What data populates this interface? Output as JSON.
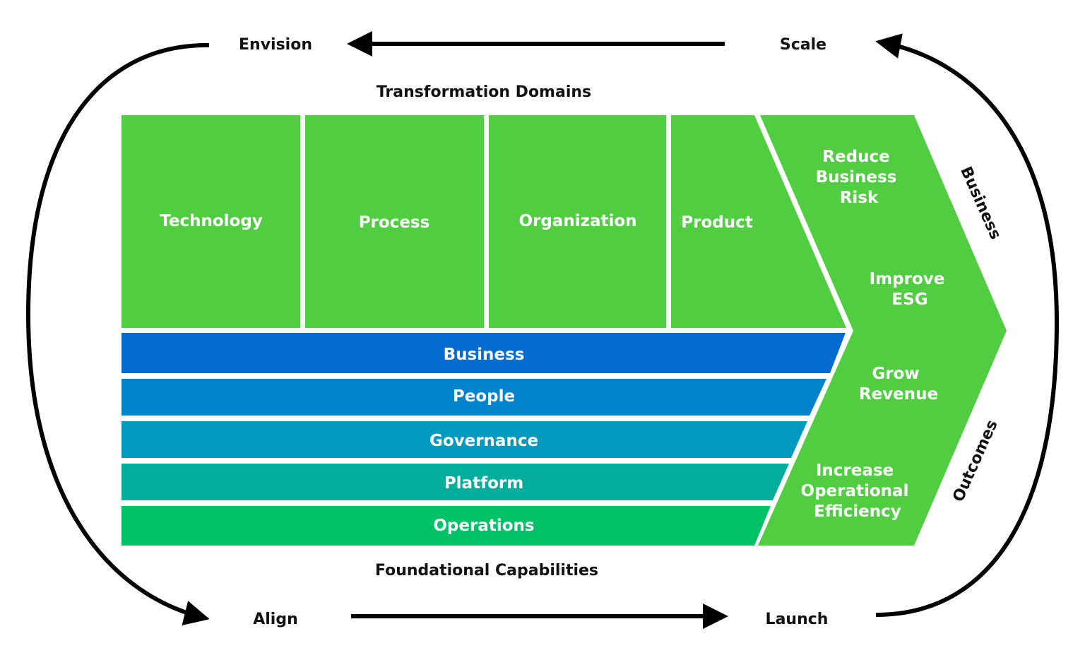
{
  "cycle": {
    "envision": "Envision",
    "scale": "Scale",
    "align": "Align",
    "launch": "Launch"
  },
  "headings": {
    "top": "Transformation Domains",
    "bottom": "Foundational Capabilities"
  },
  "domains": [
    {
      "label": "Technology"
    },
    {
      "label": "Process"
    },
    {
      "label": "Organization"
    },
    {
      "label": "Product"
    }
  ],
  "capabilities": [
    {
      "label": "Business",
      "color": "#036bd1"
    },
    {
      "label": "People",
      "color": "#0383cc"
    },
    {
      "label": "Governance",
      "color": "#0299be"
    },
    {
      "label": "Platform",
      "color": "#01ad9b"
    },
    {
      "label": "Operations",
      "color": "#01c166"
    }
  ],
  "outcomes": [
    {
      "lines": [
        "Reduce",
        "Business",
        "Risk"
      ]
    },
    {
      "lines": [
        "Improve",
        "ESG"
      ]
    },
    {
      "lines": [
        "Grow",
        "Revenue"
      ]
    },
    {
      "lines": [
        "Increase",
        "Operational",
        "Efficiency"
      ]
    }
  ],
  "side_labels": {
    "business": "Business",
    "outcomes": "Outcomes"
  },
  "colors": {
    "green": "#51cd41",
    "arrow": "#000000",
    "text": "#111111"
  }
}
